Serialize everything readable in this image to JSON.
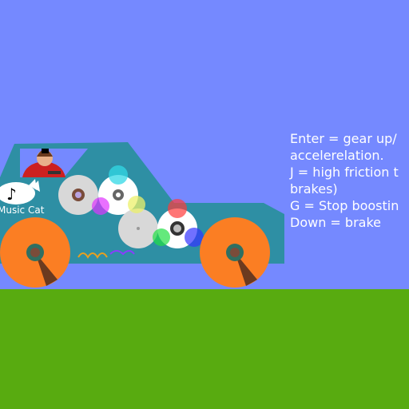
{
  "scene": {
    "sky_color": "#7589ff",
    "ground_color": "#58ab10",
    "car_body_color": "#2e8fa4",
    "wheel_color": "#fb7e23",
    "wheel_hub_color": "#2f6f62",
    "gear_color": "#d8d8d8",
    "gear_white_color": "#ffffff"
  },
  "instructions": {
    "lines": [
      "Enter = gear up/",
      "accelerelation.",
      "J = high friction t",
      "brakes)",
      "G = Stop boostin",
      "Down = brake"
    ]
  },
  "character": {
    "label": "Music Cat",
    "note_glyph": "♪"
  }
}
